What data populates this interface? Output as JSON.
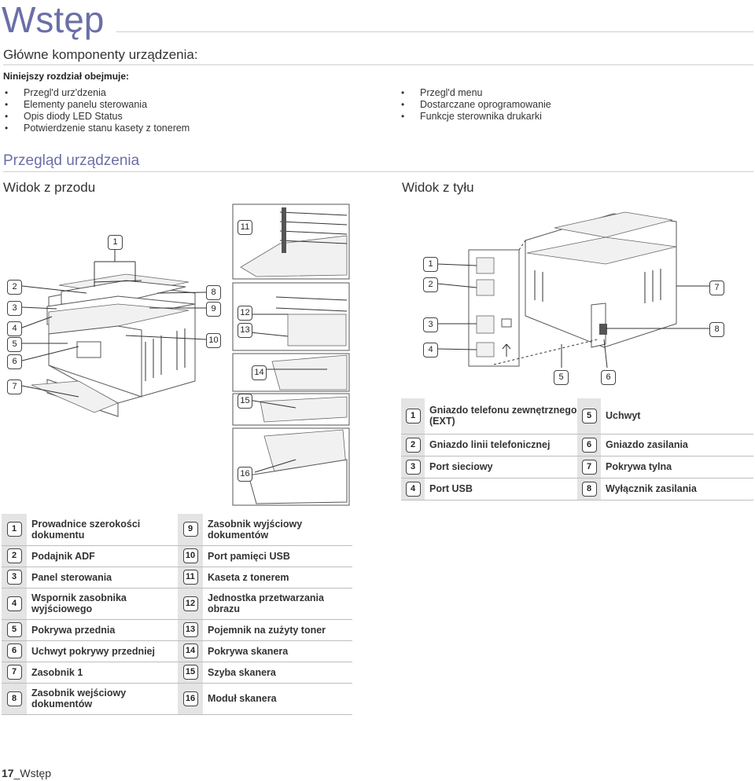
{
  "page": {
    "title": "Wstęp",
    "subtitle": "Główne komponenty urządzenia:",
    "intro": "Niniejszy rozdział obejmuje:",
    "bullets_left": [
      "Przegl'd urz'dzenia",
      "Elementy panelu sterowania",
      "Opis diody LED Status",
      "Potwierdzenie stanu kasety z tonerem"
    ],
    "bullets_right": [
      "Przegl'd menu",
      "Dostarczane oprogramowanie",
      "Funkcje sterownika drukarki"
    ],
    "section": "Przegląd urządzenia",
    "front_heading": "Widok z przodu",
    "rear_heading": "Widok z tyłu"
  },
  "front_callouts": [
    "1",
    "2",
    "3",
    "4",
    "5",
    "6",
    "7",
    "8",
    "9",
    "10",
    "11",
    "12",
    "13",
    "14",
    "15",
    "16"
  ],
  "rear_callouts": [
    "1",
    "2",
    "3",
    "4",
    "5",
    "6",
    "7",
    "8"
  ],
  "rear_legend": [
    {
      "n": "1",
      "label": "Gniazdo telefonu zewnętrznego (EXT)",
      "n2": "5",
      "label2": "Uchwyt"
    },
    {
      "n": "2",
      "label": "Gniazdo linii telefonicznej",
      "n2": "6",
      "label2": "Gniazdo zasilania"
    },
    {
      "n": "3",
      "label": "Port sieciowy",
      "n2": "7",
      "label2": "Pokrywa tylna"
    },
    {
      "n": "4",
      "label": "Port USB",
      "n2": "8",
      "label2": "Wyłącznik zasilania"
    }
  ],
  "front_legend": [
    {
      "n": "1",
      "label": "Prowadnice szerokości dokumentu",
      "n2": "9",
      "label2": "Zasobnik wyjściowy dokumentów"
    },
    {
      "n": "2",
      "label": "Podajnik ADF",
      "n2": "10",
      "label2": "Port pamięci USB"
    },
    {
      "n": "3",
      "label": "Panel sterowania",
      "n2": "11",
      "label2": "Kaseta z tonerem"
    },
    {
      "n": "4",
      "label": "Wspornik zasobnika wyjściowego",
      "n2": "12",
      "label2": "Jednostka przetwarzania obrazu"
    },
    {
      "n": "5",
      "label": "Pokrywa przednia",
      "n2": "13",
      "label2": "Pojemnik na zużyty toner"
    },
    {
      "n": "6",
      "label": "Uchwyt pokrywy przedniej",
      "n2": "14",
      "label2": "Pokrywa skanera"
    },
    {
      "n": "7",
      "label": "Zasobnik 1",
      "n2": "15",
      "label2": "Szyba skanera"
    },
    {
      "n": "8",
      "label": "Zasobnik wejściowy dokumentów",
      "n2": "16",
      "label2": "Moduł skanera"
    }
  ],
  "footer": {
    "page_number": "17",
    "section": "_Wstęp"
  }
}
